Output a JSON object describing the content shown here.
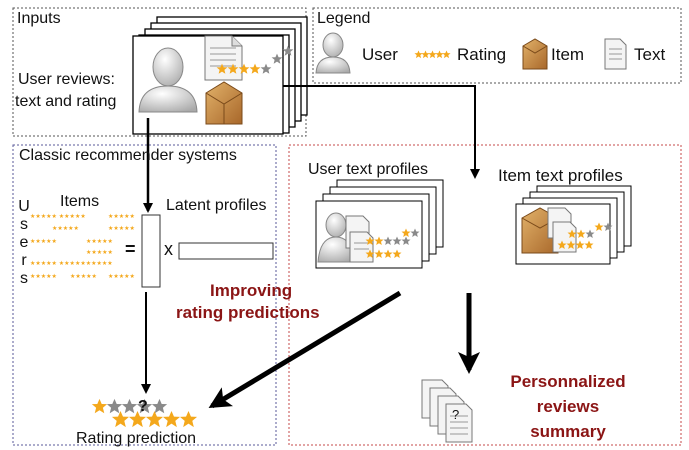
{
  "inputs": {
    "title": "Inputs",
    "label_line1": "User reviews:",
    "label_line2": "text and rating"
  },
  "legend": {
    "title": "Legend",
    "items": [
      {
        "icon": "user-icon",
        "label": "User"
      },
      {
        "icon": "rating-stars-icon",
        "label": "Rating"
      },
      {
        "icon": "item-box-icon",
        "label": "Item"
      },
      {
        "icon": "text-document-icon",
        "label": "Text"
      }
    ]
  },
  "classic": {
    "title": "Classic recommender systems",
    "items_label": "Items",
    "users_letters": [
      "U",
      "s",
      "e",
      "r",
      "s"
    ],
    "equals": "=",
    "times": "x",
    "latent_label": "Latent profiles"
  },
  "profiles": {
    "user_label": "User text profiles",
    "item_label": "Item text profiles"
  },
  "outputs": {
    "improving_line1": "Improving",
    "improving_line2": "rating predictions",
    "personalized_line1": "Personnalized",
    "personalized_line2": "reviews",
    "personalized_line3": "summary",
    "rating_prediction": "Rating prediction",
    "question_mark": "?"
  },
  "colors": {
    "accent_text": "#8b1515",
    "box_border": "#555555",
    "red_box_border": "#c44a4a",
    "blue_box_border": "#5a5a9a",
    "star_gold": "#f4a81c",
    "star_grey": "#8a8a8a",
    "box_brown": "#c58a3a"
  }
}
